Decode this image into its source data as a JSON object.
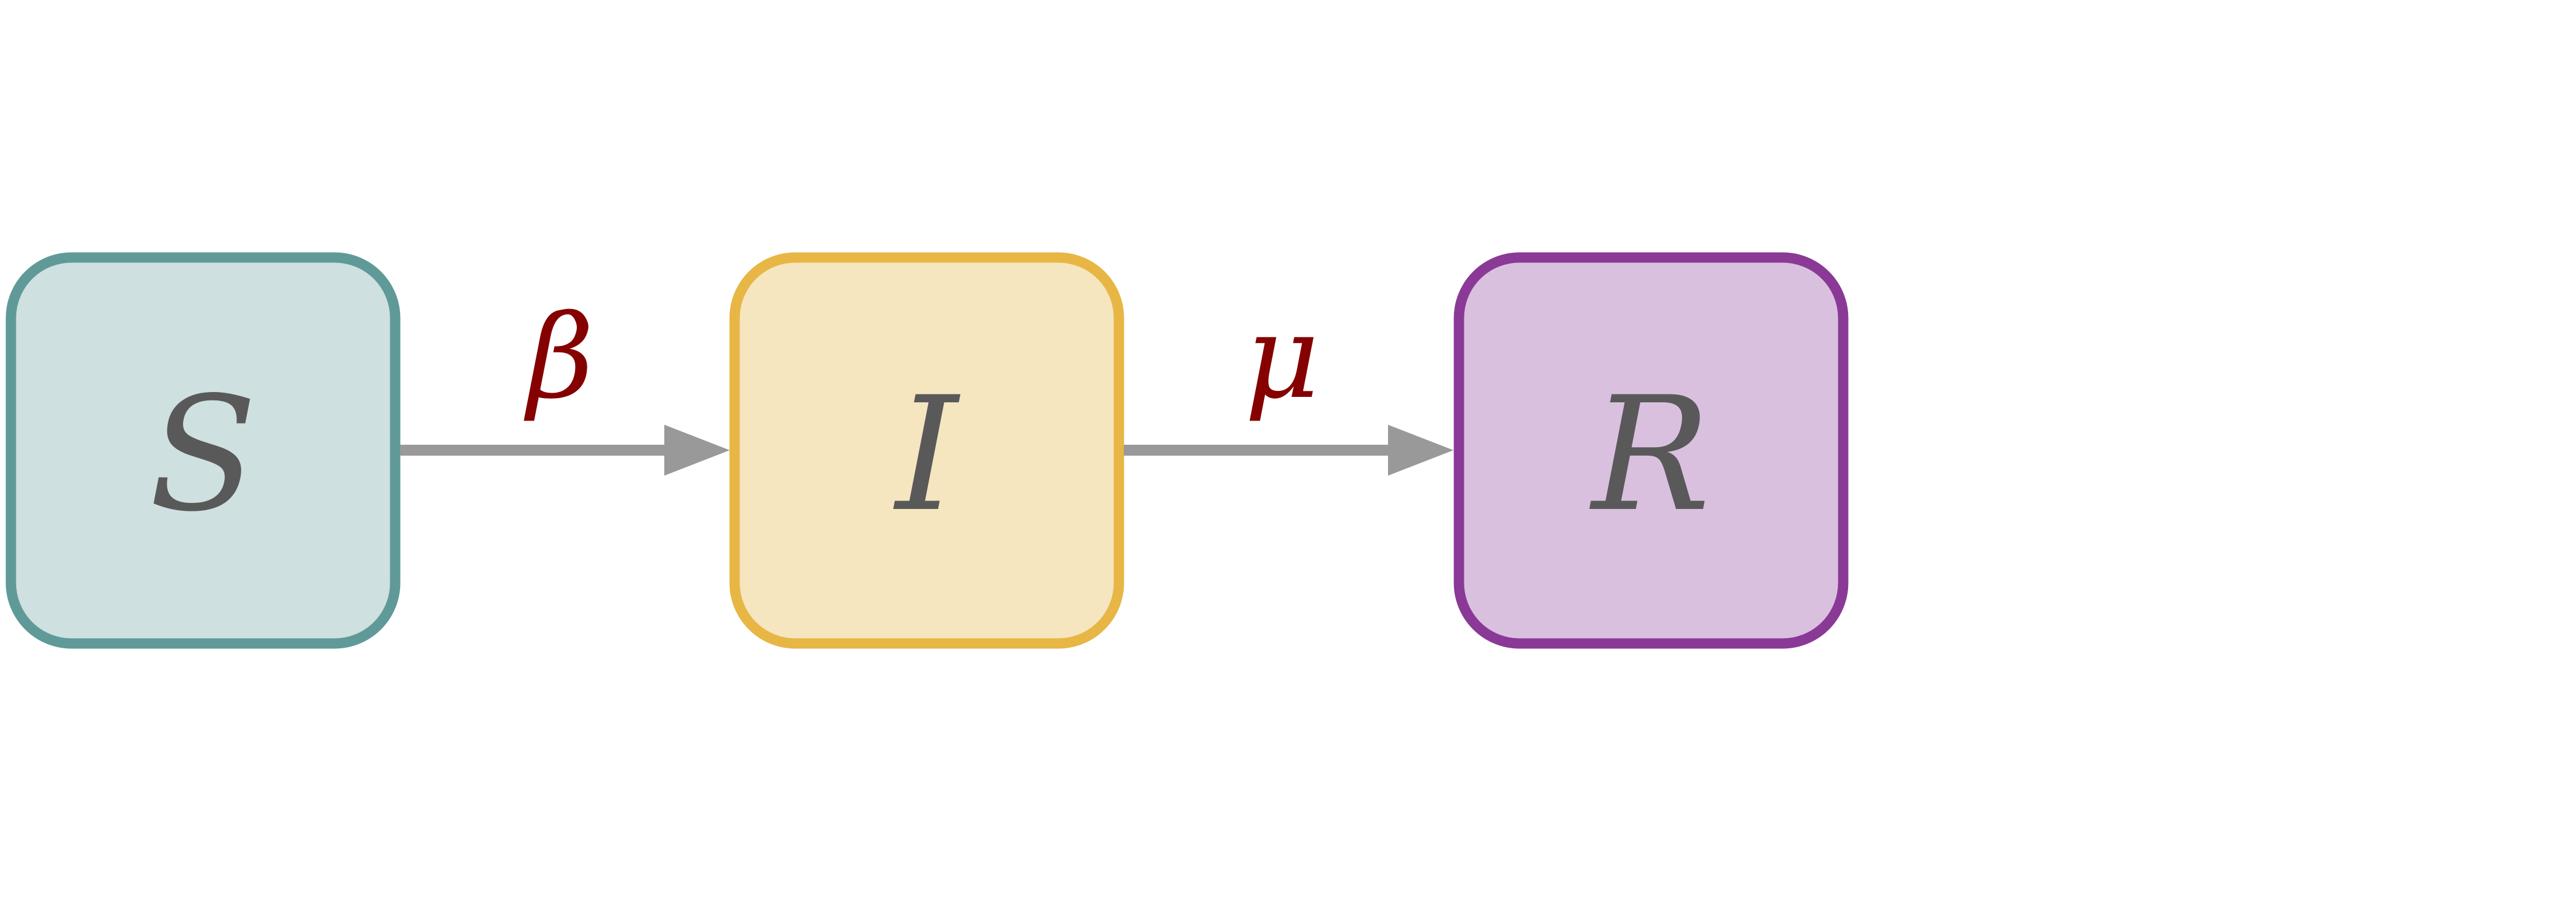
{
  "compartments": [
    {
      "id": "S",
      "label": "S",
      "fill": "#cee0df",
      "stroke": "#5f9a98"
    },
    {
      "id": "I",
      "label": "I",
      "fill": "#f5e6c0",
      "stroke": "#e7b644"
    },
    {
      "id": "R",
      "label": "R",
      "fill": "#dac0df",
      "stroke": "#8a3996"
    }
  ],
  "transitions": [
    {
      "from": "S",
      "to": "I",
      "label": "β"
    },
    {
      "from": "I",
      "to": "R",
      "label": "μ"
    }
  ],
  "colors": {
    "arrow": "#999999",
    "rate_label": "#850000",
    "node_label": "#595959"
  }
}
